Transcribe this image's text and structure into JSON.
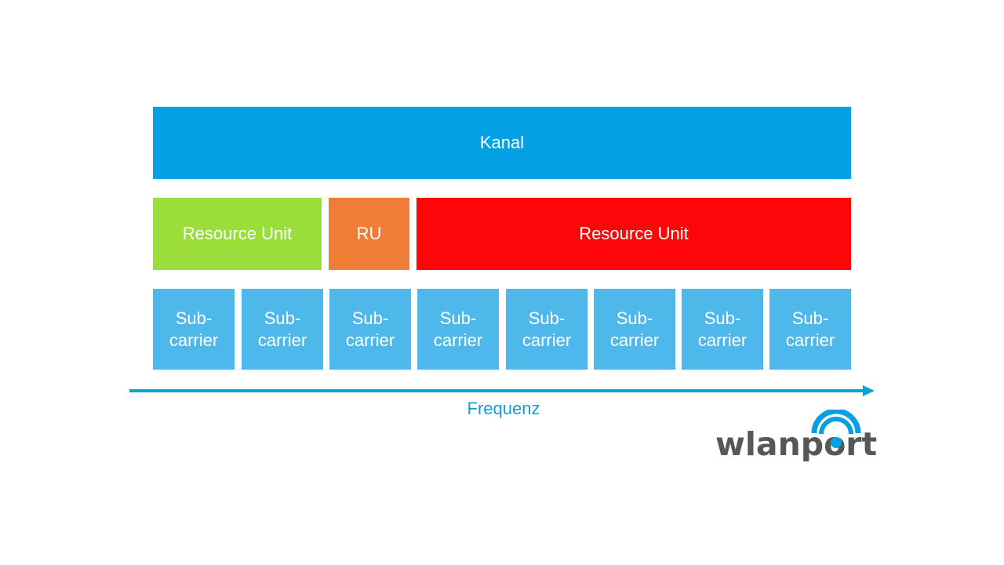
{
  "colors": {
    "kanal": "#03a0e3",
    "ru_green": "#9bde3c",
    "ru_orange": "#ef7d35",
    "ru_red": "#fe0608",
    "subcarrier": "#4eb8ea",
    "axis": "#109ed9",
    "logo_text": "#575756",
    "logo_signal": "#03a0e3"
  },
  "kanal": {
    "label": "Kanal"
  },
  "resource_units": [
    {
      "label": "Resource Unit"
    },
    {
      "label": "RU"
    },
    {
      "label": "Resource Unit"
    }
  ],
  "subcarriers": [
    {
      "line1": "Sub-",
      "line2": "carrier"
    },
    {
      "line1": "Sub-",
      "line2": "carrier"
    },
    {
      "line1": "Sub-",
      "line2": "carrier"
    },
    {
      "line1": "Sub-",
      "line2": "carrier"
    },
    {
      "line1": "Sub-",
      "line2": "carrier"
    },
    {
      "line1": "Sub-",
      "line2": "carrier"
    },
    {
      "line1": "Sub-",
      "line2": "carrier"
    },
    {
      "line1": "Sub-",
      "line2": "carrier"
    }
  ],
  "axis": {
    "label": "Frequenz"
  },
  "logo": {
    "text": "wlanport",
    "icon": "wifi-signal-icon"
  }
}
